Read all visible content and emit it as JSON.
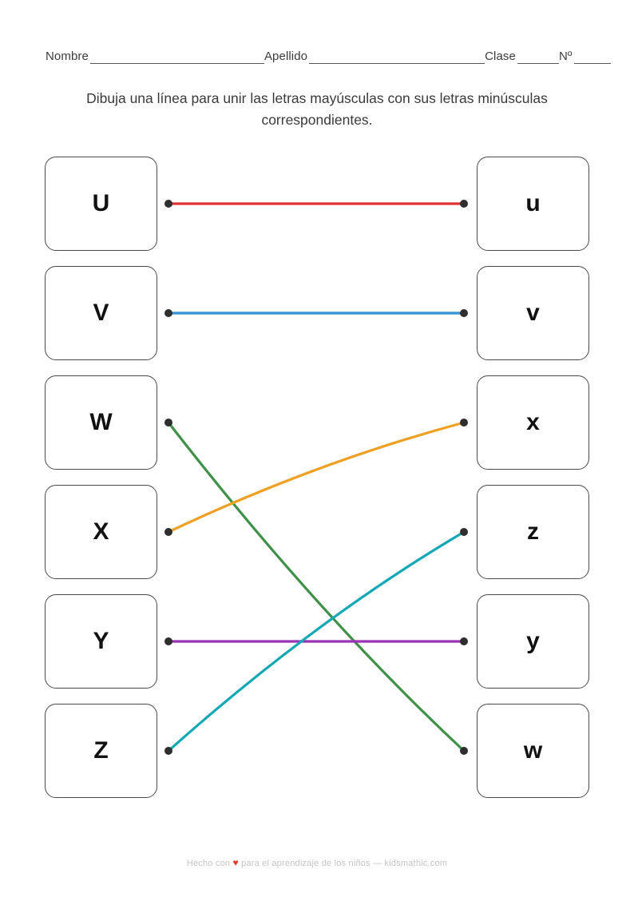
{
  "header": {
    "fields": [
      {
        "label": "Nombre",
        "value": ""
      },
      {
        "label": "Apellido",
        "value": ""
      },
      {
        "label": "Clase",
        "value": ""
      },
      {
        "label": "Nº",
        "value": ""
      }
    ]
  },
  "instruction": "Dibuja una línea para unir las letras mayúsculas con sus letras minúsculas correspondientes.",
  "left_column": [
    {
      "letter": "U"
    },
    {
      "letter": "V"
    },
    {
      "letter": "W"
    },
    {
      "letter": "X"
    },
    {
      "letter": "Y"
    },
    {
      "letter": "Z"
    }
  ],
  "right_column": [
    {
      "letter": "u"
    },
    {
      "letter": "v"
    },
    {
      "letter": "x"
    },
    {
      "letter": "z"
    },
    {
      "letter": "y"
    },
    {
      "letter": "w"
    }
  ],
  "connections": [
    {
      "from": "U",
      "to": "u",
      "color": "#e0332e",
      "from_index": 0,
      "to_index": 0
    },
    {
      "from": "V",
      "to": "v",
      "color": "#3190d8",
      "from_index": 1,
      "to_index": 1
    },
    {
      "from": "W",
      "to": "w",
      "color": "#3f9148",
      "from_index": 2,
      "to_index": 5
    },
    {
      "from": "X",
      "to": "x",
      "color": "#efa024",
      "from_index": 3,
      "to_index": 2
    },
    {
      "from": "Y",
      "to": "y",
      "color": "#9c30b6",
      "from_index": 4,
      "to_index": 4
    },
    {
      "from": "Z",
      "to": "z",
      "color": "#14a8b7",
      "from_index": 5,
      "to_index": 3
    }
  ],
  "colors": {
    "dot": "#2e2e2e",
    "card_border": "#4a4a4a",
    "text": "#333333",
    "footer_text": "#c4c4c4",
    "heart": "#e8392f"
  },
  "footer": {
    "prefix": "Hecho con",
    "heart": "♥",
    "suffix": "para el aprendizaje de los niños — kidsmathic.com"
  }
}
